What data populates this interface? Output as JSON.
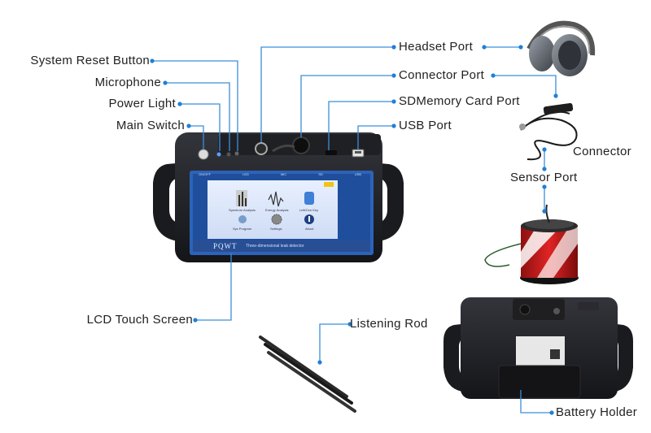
{
  "labels": {
    "system_reset_button": "System Reset Button",
    "microphone": "Microphone",
    "power_light": "Power Light",
    "main_switch": "Main Switch",
    "headset_port": "Headset Port",
    "connector_port": "Connector Port",
    "sdmemory_card_port": "SDMemory Card Port",
    "usb_port": "USB Port",
    "connector": "Connector",
    "sensor_port": "Sensor Port",
    "lcd_touch_screen": "LCD Touch Screen",
    "listening_rod": "Listening Rod",
    "battery_holder": "Battery Holder"
  },
  "device": {
    "brand": "PQWT",
    "tagline": "Three-dimensional leak detector",
    "status_bar": [
      "ON/OFF",
      "LED",
      "MIC",
      "SD",
      "USB"
    ],
    "menu": [
      "Spectrum Analysis",
      "Energy Analysis",
      "Left/Cen Key",
      "Sys Program",
      "Settings",
      "About"
    ]
  },
  "colors": {
    "callout_line": "#3b8fd9",
    "callout_dot": "#1e7fd8",
    "device_body": "#1c1d22",
    "screen_frame": "#2d63b8"
  }
}
